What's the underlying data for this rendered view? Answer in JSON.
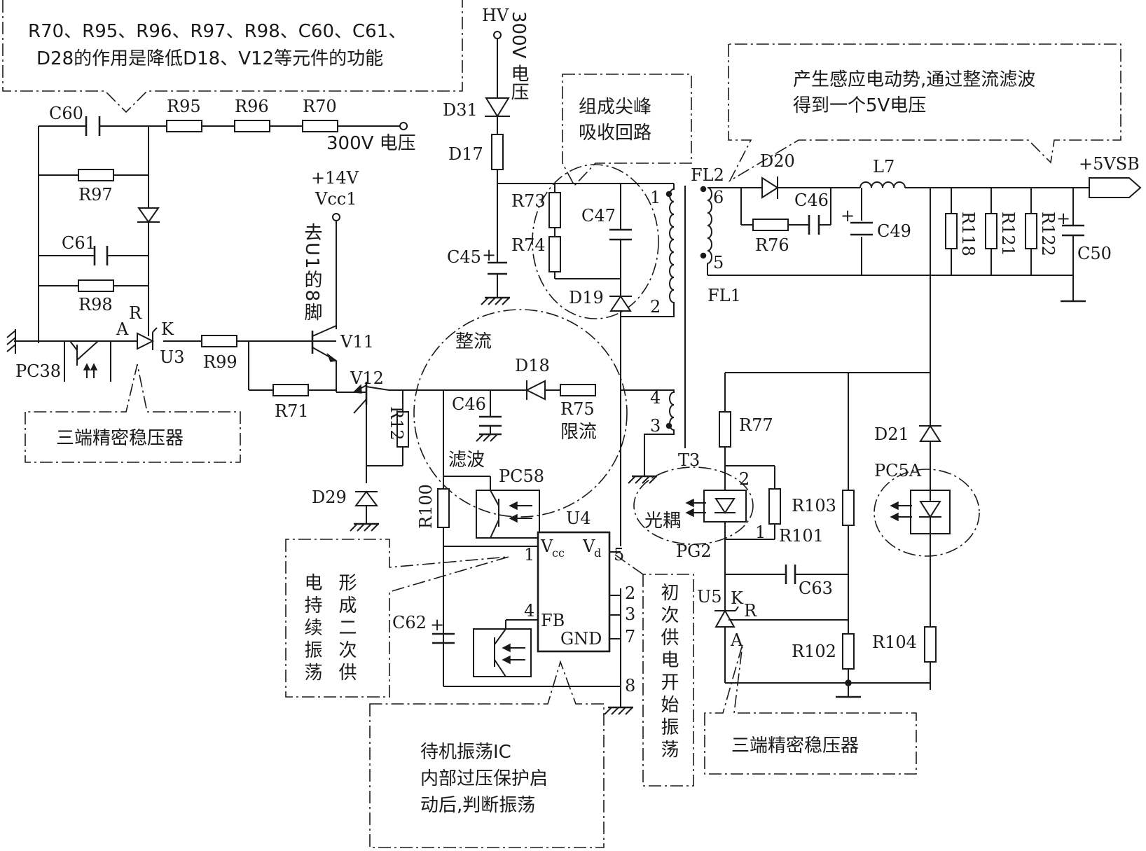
{
  "notes": {
    "top_left_line1": "R70、R95、R96、R97、R98、C60、C61、",
    "top_left_line2": "D28的作用是降低D18、V12等元件的功能",
    "spike_line1": "组成尖峰",
    "spike_line2": "吸收回路",
    "fiveV_line1": "产生感应电动势,通过整流滤波",
    "fiveV_line2": "得到一个5V电压",
    "regulator_left": "三端精密稳压器",
    "regulator_right": "三端精密稳压器",
    "secondary_col1": "形成二次供",
    "secondary_col2": "电持续振荡",
    "primary_start": "初次供电开始振荡",
    "standby_ic_line1": "待机振荡IC",
    "standby_ic_line2": "内部过压保护启",
    "standby_ic_line3": "动后,判断振荡",
    "to_u1_pin8": "去U1的8脚",
    "rectify": "整流",
    "filter": "滤波",
    "current_limit": "限流",
    "optocoupler": "光耦"
  },
  "nets": {
    "hv": "HV",
    "hv_300v_vertical": "300V 电压",
    "input_300v": "300V 电压",
    "plus14v": "+14V",
    "vcc1": "Vcc1",
    "plus5vsb": "+5VSB"
  },
  "components": {
    "c60": "C60",
    "r95": "R95",
    "r96": "R96",
    "r70": "R70",
    "r97": "R97",
    "c61": "C61",
    "r98": "R98",
    "pc38": "PC38",
    "u3": "U3",
    "r99": "R99",
    "r71": "R71",
    "v11": "V11",
    "v12": "V12",
    "r12": "R12",
    "d29": "D29",
    "d31": "D31",
    "d17": "D17",
    "c45": "C45",
    "r73": "R73",
    "r74": "R74",
    "c47": "C47",
    "d19": "D19",
    "d18": "D18",
    "c46_pri": "C46",
    "r75": "R75",
    "pc58": "PC58",
    "r100": "R100",
    "u4": "U4",
    "c62": "C62",
    "t3": "T3",
    "fl1": "FL1",
    "fl2": "FL2",
    "d20": "D20",
    "c46_sec": "C46",
    "r76": "R76",
    "c49": "C49",
    "l7": "L7",
    "r118": "R118",
    "r121": "R121",
    "r122": "R122",
    "c50": "C50",
    "r77": "R77",
    "pg2": "PG2",
    "r101": "R101",
    "r103": "R103",
    "pc5a": "PC5A",
    "d21": "D21",
    "c63": "C63",
    "u5": "U5",
    "r102": "R102",
    "r104": "R104"
  },
  "pins": {
    "a": "A",
    "k": "K",
    "r": "R",
    "vcc_v": "V",
    "vcc_sub": "cc",
    "vd_v": "V",
    "vd_sub": "d",
    "fb": "FB",
    "gnd": "GND",
    "p1": "1",
    "p2": "2",
    "p3": "3",
    "p4": "4",
    "p5": "5",
    "p6": "6",
    "p7": "7",
    "p8": "8"
  }
}
